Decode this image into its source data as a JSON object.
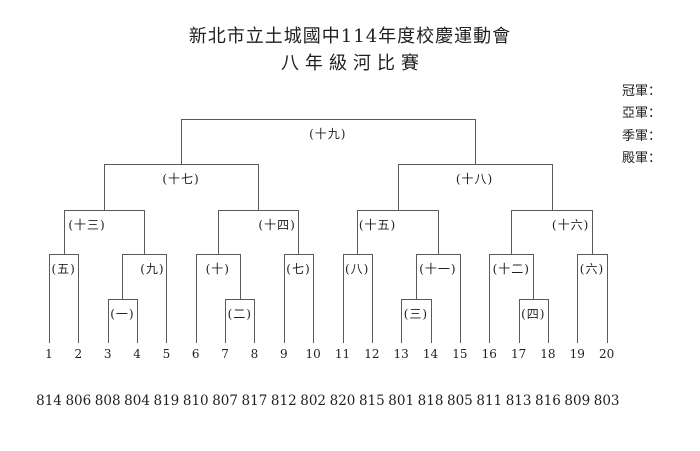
{
  "title": {
    "line1": "新北市立土城國中114年度校慶運動會",
    "line2": "八年級河比賽"
  },
  "standings": [
    {
      "label": "冠軍："
    },
    {
      "label": "亞軍："
    },
    {
      "label": "季軍："
    },
    {
      "label": "殿軍："
    }
  ],
  "bracket": {
    "slots": [
      {
        "num": "1",
        "team": "814"
      },
      {
        "num": "2",
        "team": "806"
      },
      {
        "num": "3",
        "team": "808"
      },
      {
        "num": "4",
        "team": "804"
      },
      {
        "num": "5",
        "team": "819"
      },
      {
        "num": "6",
        "team": "810"
      },
      {
        "num": "7",
        "team": "807"
      },
      {
        "num": "8",
        "team": "817"
      },
      {
        "num": "9",
        "team": "812"
      },
      {
        "num": "10",
        "team": "802"
      },
      {
        "num": "11",
        "team": "820"
      },
      {
        "num": "12",
        "team": "815"
      },
      {
        "num": "13",
        "team": "801"
      },
      {
        "num": "14",
        "team": "818"
      },
      {
        "num": "15",
        "team": "805"
      },
      {
        "num": "16",
        "team": "811"
      },
      {
        "num": "17",
        "team": "813"
      },
      {
        "num": "18",
        "team": "816"
      },
      {
        "num": "19",
        "team": "809"
      },
      {
        "num": "20",
        "team": "803"
      }
    ],
    "matches": [
      {
        "id": "m1",
        "label": "(一)",
        "round": 1,
        "feeds": [
          "s3",
          "s4"
        ]
      },
      {
        "id": "m2",
        "label": "(二)",
        "round": 1,
        "feeds": [
          "s7",
          "s8"
        ]
      },
      {
        "id": "m3",
        "label": "(三)",
        "round": 1,
        "feeds": [
          "s13",
          "s14"
        ]
      },
      {
        "id": "m4",
        "label": "(四)",
        "round": 1,
        "feeds": [
          "s17",
          "s18"
        ]
      },
      {
        "id": "m5",
        "label": "(五)",
        "round": 2,
        "feeds": [
          "s1",
          "s2"
        ]
      },
      {
        "id": "m9",
        "label": "(九)",
        "round": 2,
        "feeds": [
          "m1",
          "s5"
        ]
      },
      {
        "id": "m10",
        "label": "(十)",
        "round": 2,
        "feeds": [
          "s6",
          "m2"
        ]
      },
      {
        "id": "m7",
        "label": "(七)",
        "round": 2,
        "feeds": [
          "s9",
          "s10"
        ]
      },
      {
        "id": "m8",
        "label": "(八)",
        "round": 2,
        "feeds": [
          "s11",
          "s12"
        ]
      },
      {
        "id": "m11",
        "label": "(十一)",
        "round": 2,
        "feeds": [
          "m3",
          "s15"
        ]
      },
      {
        "id": "m12",
        "label": "(十二)",
        "round": 2,
        "feeds": [
          "s16",
          "m4"
        ]
      },
      {
        "id": "m6",
        "label": "(六)",
        "round": 2,
        "feeds": [
          "s19",
          "s20"
        ]
      },
      {
        "id": "m13",
        "label": "(十三)",
        "round": 3,
        "feeds": [
          "m5",
          "m9"
        ]
      },
      {
        "id": "m14",
        "label": "(十四)",
        "round": 3,
        "feeds": [
          "m10",
          "m7"
        ]
      },
      {
        "id": "m15",
        "label": "(十五)",
        "round": 3,
        "feeds": [
          "m8",
          "m11"
        ]
      },
      {
        "id": "m16",
        "label": "(十六)",
        "round": 3,
        "feeds": [
          "m12",
          "m6"
        ]
      },
      {
        "id": "m17",
        "label": "(十七)",
        "round": 4,
        "feeds": [
          "m13",
          "m14"
        ]
      },
      {
        "id": "m18",
        "label": "(十八)",
        "round": 4,
        "feeds": [
          "m15",
          "m16"
        ]
      },
      {
        "id": "m19",
        "label": "(十九)",
        "round": 5,
        "feeds": [
          "m17",
          "m18"
        ]
      }
    ]
  },
  "colors": {
    "ink": "#1f1f1f",
    "line": "#5a5a5a",
    "background": "#ffffff"
  }
}
